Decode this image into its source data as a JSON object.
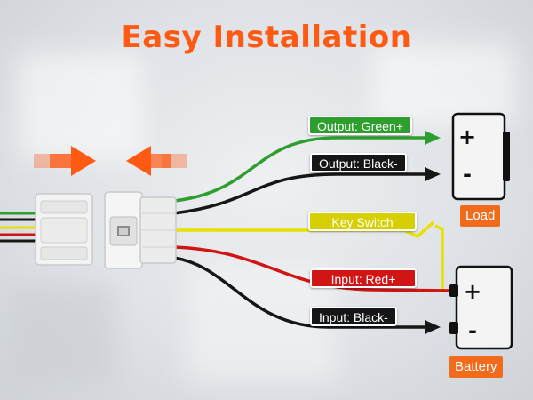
{
  "title": "Easy Installation",
  "colors": {
    "accent": "#ff5a14",
    "wire_green": "#2e9e2e",
    "wire_black": "#161616",
    "wire_yellow": "#e8e000",
    "wire_red": "#d11414",
    "tag_bg": "#f26b1d"
  },
  "wire_labels": {
    "output_green": "Output: Green+",
    "output_black": "Output: Black-",
    "key_switch": "Key Switch",
    "input_red": "Input: Red+",
    "input_black": "Input: Black-"
  },
  "load": {
    "label": "Load",
    "plus": "+",
    "minus": "-"
  },
  "battery": {
    "label": "Battery",
    "plus": "+",
    "minus": "-"
  },
  "icons": [
    "push-arrow-right-icon",
    "push-arrow-left-icon",
    "wire-arrowhead-icon"
  ]
}
